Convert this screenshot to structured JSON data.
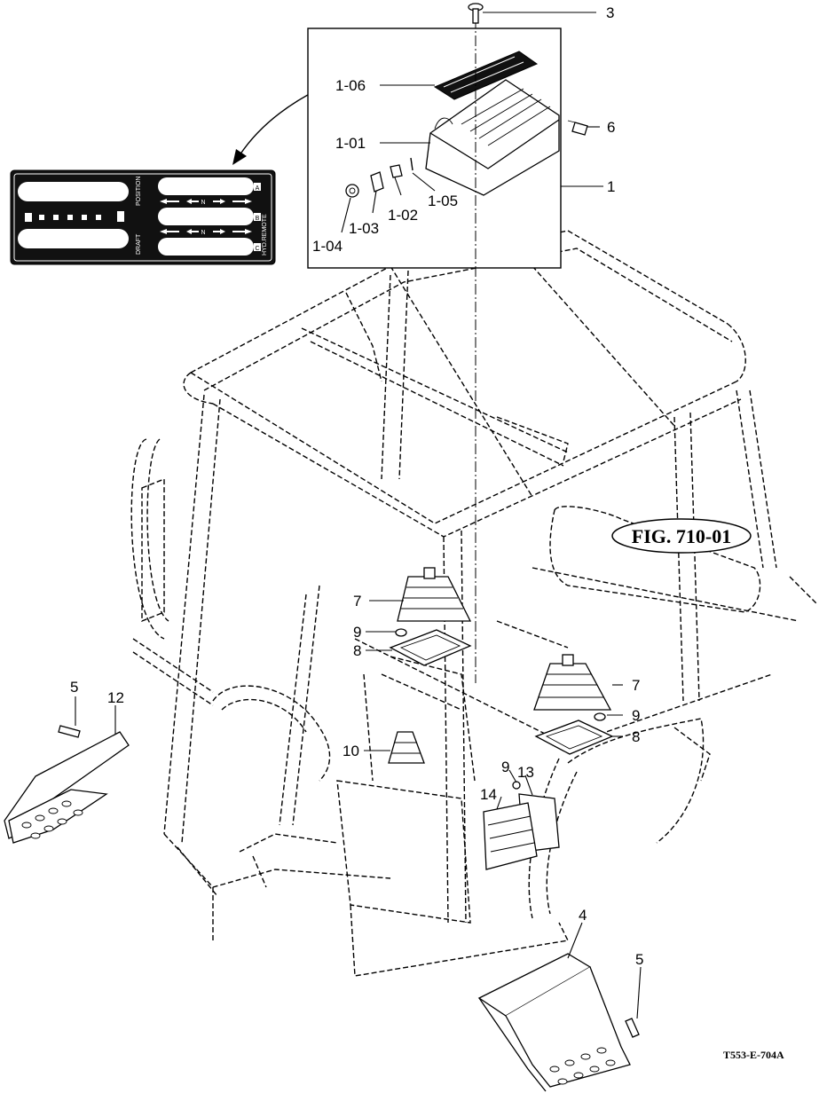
{
  "callouts": {
    "c3": "3",
    "c6": "6",
    "c1": "1",
    "c1_06": "1-06",
    "c1_01": "1-01",
    "c1_05": "1-05",
    "c1_02": "1-02",
    "c1_03": "1-03",
    "c1_04": "1-04",
    "c7a": "7",
    "c9a": "9",
    "c8a": "8",
    "c7b": "7",
    "c9b": "9",
    "c8b": "8",
    "c10": "10",
    "c9c": "9",
    "c13": "13",
    "c14": "14",
    "c5a": "5",
    "c12": "12",
    "c4": "4",
    "c5b": "5"
  },
  "figure_reference": "FIG. 710-01",
  "drawing_code": "T553-E-704A",
  "decal": {
    "left_top_label": "POSITION",
    "left_bottom_label": "DRAFT",
    "right_label": "HYD.REMOTE",
    "row_letters": [
      "A",
      "B",
      "C"
    ],
    "neutral": "N"
  }
}
